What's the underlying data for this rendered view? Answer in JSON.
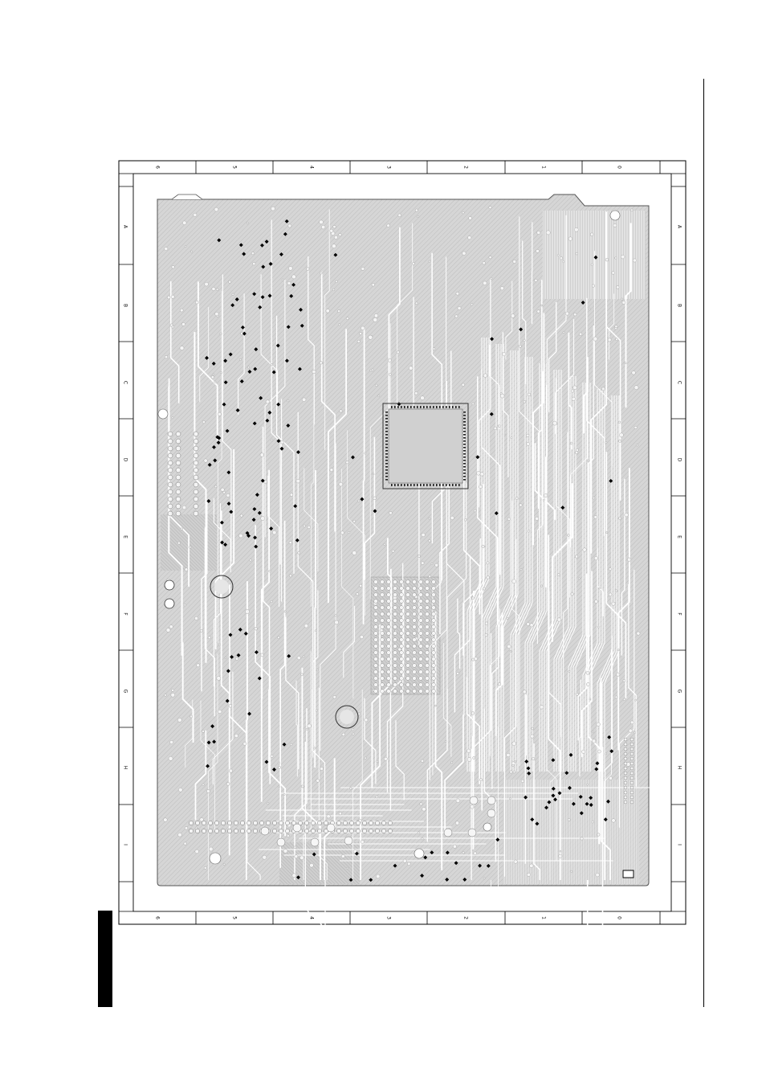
{
  "sheet": {
    "column_labels_top": [
      "6",
      "5",
      "4",
      "3",
      "2",
      "1",
      "0"
    ],
    "column_labels_bottom": [
      "6",
      "5",
      "4",
      "3",
      "2",
      "1",
      "0"
    ],
    "row_labels_left": [
      "A",
      "B",
      "C",
      "D",
      "E",
      "F",
      "G",
      "H",
      "I"
    ],
    "row_labels_right": [
      "A",
      "B",
      "C",
      "D",
      "E",
      "F",
      "G",
      "H",
      "I"
    ]
  },
  "colors": {
    "board_fill": "#d8d8d8",
    "trace": "#ffffff",
    "frame": "#000000",
    "pad_dark": "#000000"
  }
}
